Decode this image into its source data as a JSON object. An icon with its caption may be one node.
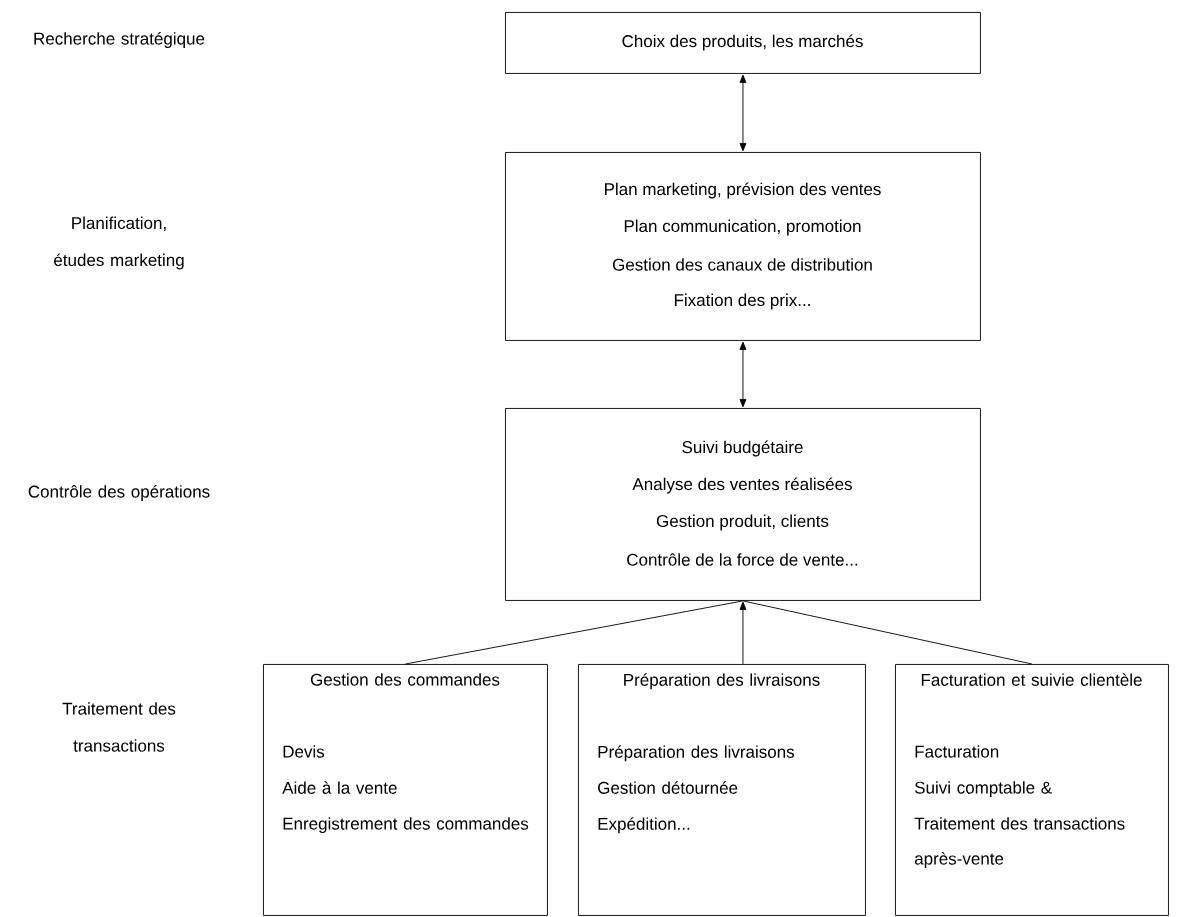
{
  "diagram": {
    "nodes": [
      {
        "text": [
          "Choix des produits, les marchés"
        ]
      },
      {
        "text": [
          "Plan marketing, prévision des ventes",
          "Plan communication, promotion",
          "Gestion des canaux de distribution",
          "Fixation des prix..."
        ]
      },
      {
        "text": [
          "Suivi budgétaire",
          "Analyse des ventes réalisées",
          "Gestion produit, clients",
          "Contrôle de la force de vente..."
        ]
      },
      {
        "text": [
          "Gestion des commandes",
          "Devis",
          "Aide à la vente",
          "Enregistrement des commandes"
        ]
      },
      {
        "text": [
          "Préparation des livraisons",
          "Préparation des livraisons",
          "Gestion détournée",
          "Expédition..."
        ]
      },
      {
        "text": [
          "Facturation et suivie clientèle",
          "Facturation",
          "Suivi comptable &",
          "Traitement des transactions après-vente"
        ]
      }
    ],
    "edges": [
      {
        "from": 0,
        "to": 1,
        "arrow": "both"
      },
      {
        "from": 1,
        "to": 2,
        "arrow": "both"
      },
      {
        "from": 3,
        "to": 2,
        "arrow": "none"
      },
      {
        "from": 4,
        "to": 2,
        "arrow": "to"
      },
      {
        "from": 5,
        "to": 2,
        "arrow": "none"
      }
    ],
    "labels": [
      "Recherche stratégique",
      "Planification, études marketing",
      "Contrôle des opérations",
      "Traitement des transactions"
    ]
  }
}
